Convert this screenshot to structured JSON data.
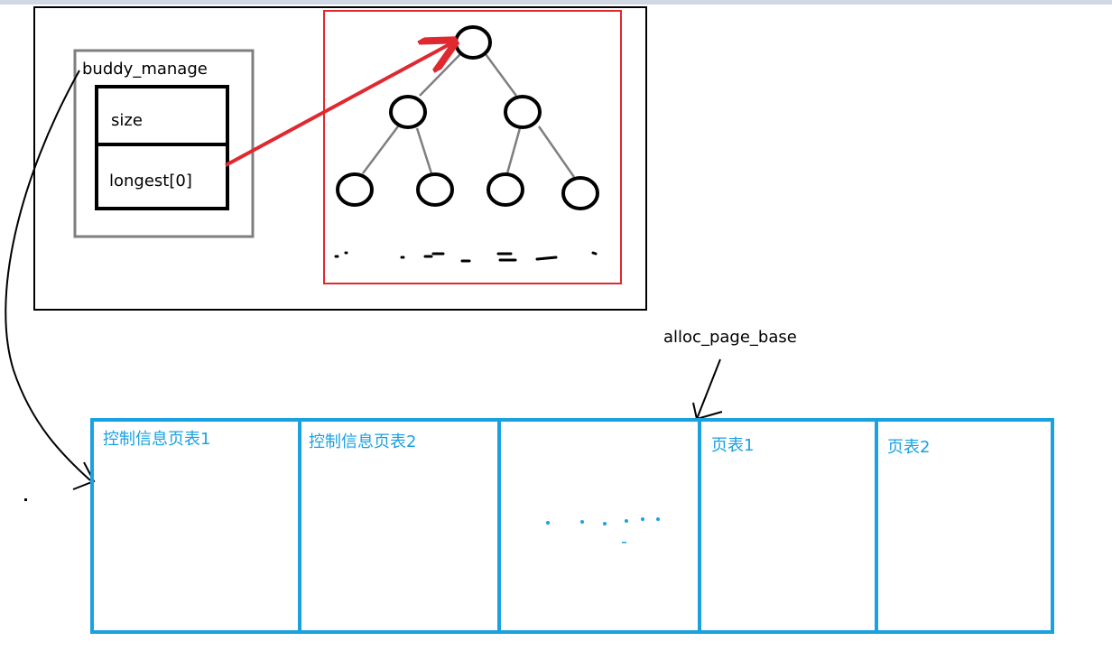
{
  "labels": {
    "buddy_manage": "buddy_manage",
    "size": "size",
    "longest": "longest[0]",
    "alloc_page_base": "alloc_page_base",
    "ctrl_page1": "控制信息页表1",
    "ctrl_page2": "控制信息页表2",
    "page1": "页表1",
    "page2": "页表2"
  },
  "colors": {
    "outer_box": "#000000",
    "buddy_box": "#7f7f7f",
    "tree_box": "#e0282f",
    "arrow_red": "#e0282f",
    "tree_edge": "#7f7f7f",
    "page_blue": "#1aa1e0",
    "top_strip": "#cfd8e3"
  }
}
